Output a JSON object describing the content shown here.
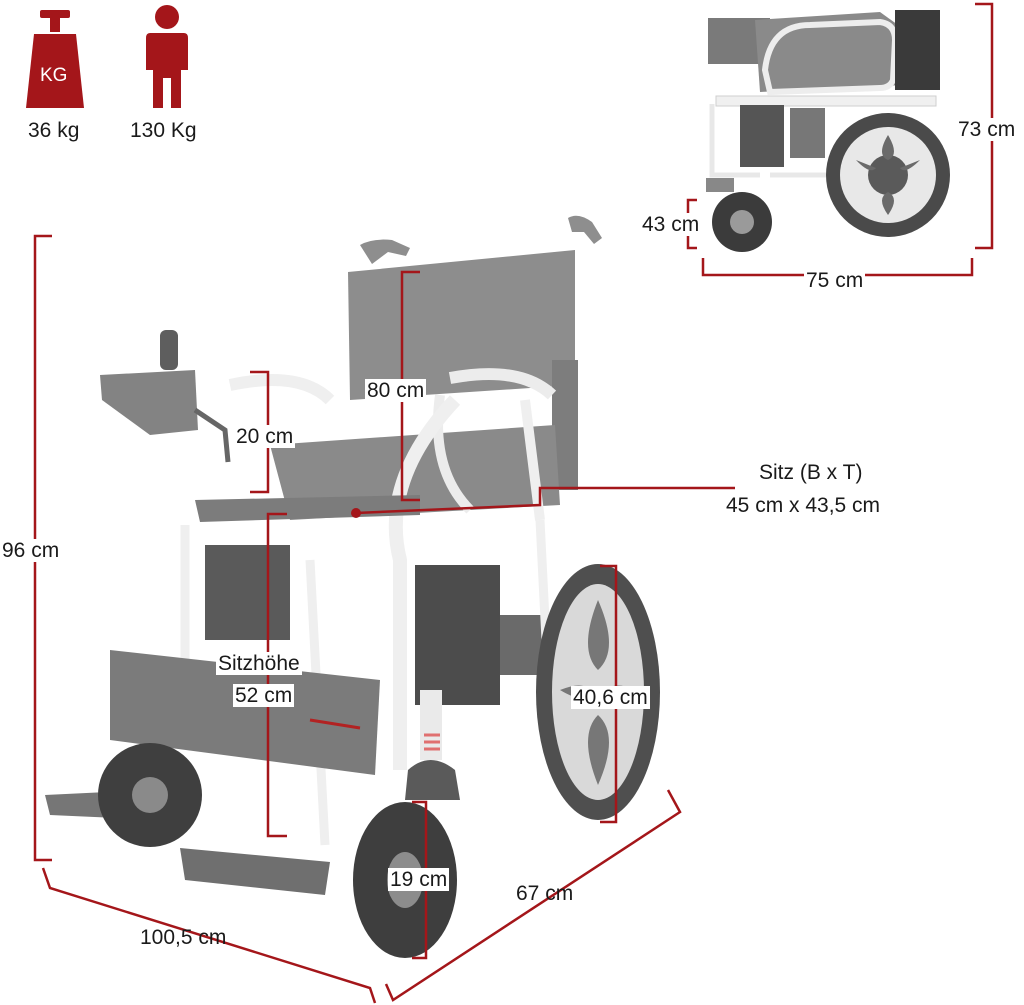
{
  "colors": {
    "accent": "#a4161a",
    "product_gray": "#8c8c8c",
    "frame_white": "#f2f2f2",
    "text": "#1a1a1a"
  },
  "icons": {
    "weight_icon_label": "KG",
    "weight_value": "36 kg",
    "person_value": "130 Kg"
  },
  "dimensions": {
    "folded_height": "73 cm",
    "folded_wheel_height": "43 cm",
    "folded_length": "75 cm",
    "total_height": "96 cm",
    "backrest_height": "80 cm",
    "armrest_height": "20 cm",
    "seat_label_line1": "Sitz (B x T)",
    "seat_label_line2": "45 cm x 43,5 cm",
    "seat_height_label": "Sitzhöhe",
    "seat_height_value": "52 cm",
    "rear_wheel": "40,6 cm",
    "front_wheel": "19 cm",
    "length": "100,5 cm",
    "width": "67 cm"
  }
}
